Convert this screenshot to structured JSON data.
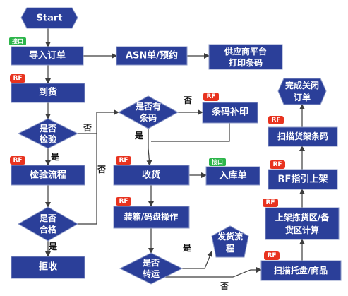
{
  "nodes": {
    "start": "Start",
    "import_order": "导入订单",
    "asn": "ASN单/预约",
    "supplier_line1": "供应商平台",
    "supplier_line2": "打印条码",
    "arrival": "到货",
    "inspect_q_line1": "是否",
    "inspect_q_line2": "检验",
    "inspect_flow": "检验流程",
    "pass_q_line1": "是否",
    "pass_q_line2": "合格",
    "reject": "拒收",
    "barcode_q_line1": "是否有",
    "barcode_q_line2": "条码",
    "barcode_fix": "条码补印",
    "receive": "收货",
    "inbound": "入库单",
    "pack": "装箱/码盘操作",
    "transfer_q_line1": "是否",
    "transfer_q_line2": "转运",
    "ship_line1": "发货流",
    "ship_line2": "程",
    "scan_pallet": "扫描托盘/商品",
    "putaway_calc_line1": "上架拣货区/备",
    "putaway_calc_line2": "货区计算",
    "rf_putaway": "RF指引上架",
    "scan_shelf": "扫描货架条码",
    "close_line1": "完成关闭",
    "close_line2": "订单"
  },
  "edge_labels": {
    "no": "否",
    "yes": "是"
  },
  "tags": {
    "rf": "RF",
    "api": "接口"
  },
  "colors": {
    "node_fill": "#2b3f99",
    "rf_tag": "#e8331f",
    "api_tag": "#2cb54a"
  }
}
